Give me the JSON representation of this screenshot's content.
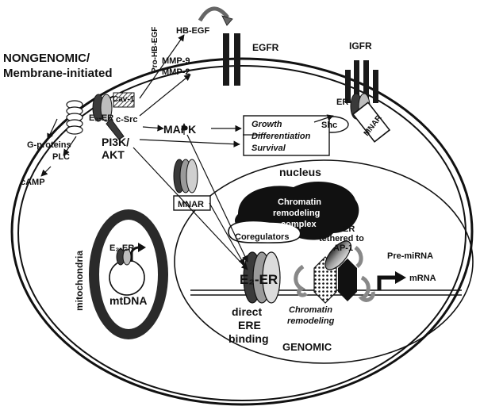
{
  "labels": {
    "nongenomic_line1": "NONGENOMIC/",
    "nongenomic_line2": "Membrane-initiated",
    "pro_hb_egf": "Pro-HB-EGF",
    "hb_egf": "HB-EGF",
    "egfr": "EGFR",
    "igfr": "IGFR",
    "mmp9": "MMP-9",
    "mmp2": "MMP-2",
    "cav1": "Cav-1",
    "e2er_membrane": "E₂-ER",
    "csrc": "c-Src",
    "gproteins": "G-proteins",
    "plc": "PLC",
    "camp": "cAMP",
    "pi3k_line1": "PI3K/",
    "pi3k_line2": "AKT",
    "mapk": "MAPK",
    "growth": "Growth",
    "differentiation": "Differentiation",
    "survival": "Survival",
    "er_membrane": "ER",
    "shc": "Shc",
    "mnar_membrane": "MNAR",
    "mnar_cytoplasm": "MNAR",
    "nucleus": "nucleus",
    "chromatin_line1": "Chromatin",
    "chromatin_line2": "remodeling",
    "chromatin_line3": "complex",
    "coregulators": "Coregulators",
    "er_tethered_line1": "ER",
    "er_tethered_line2": "tethered to",
    "er_tethered_line3": "AP-1",
    "pre_mirna": "Pre-miRNA",
    "mrna": "mRNA",
    "e2er_nuclear": "E₂-ER",
    "direct_line1": "direct",
    "direct_line2": "ERE",
    "direct_line3": "binding",
    "chromatin_remod_line1": "Chromatin",
    "chromatin_remod_line2": "remodeling",
    "genomic": "GENOMIC",
    "mitochondria": "mitochondria",
    "e2er_mito": "E₂-ER",
    "mtdna": "mtDNA"
  },
  "colors": {
    "stroke": "#111111",
    "receptor_fill": "#1a1a1a",
    "er_dark": "#4a4a4a",
    "er_light": "#b4b4b4",
    "membrane_gray": "#999999",
    "mito_ring": "#2a2a2a",
    "mito_fill": "#cfcfcf"
  }
}
